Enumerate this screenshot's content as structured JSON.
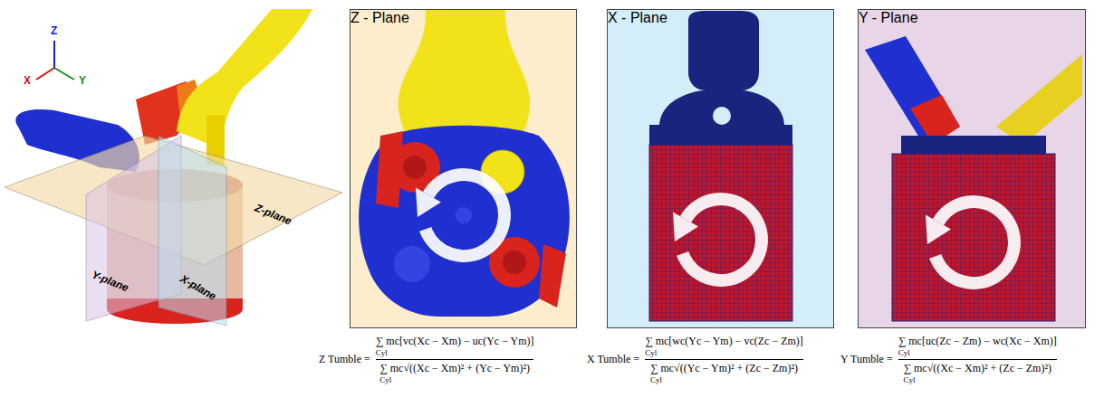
{
  "diagram": {
    "nodes": [
      {
        "text": [
          "Z - Plane"
        ]
      },
      {
        "text": [
          "X - Plane"
        ]
      },
      {
        "text": [
          "Y - Plane"
        ]
      }
    ],
    "labels": [
      "Z",
      "X",
      "Y",
      "Z-plane",
      "Y-plane",
      "X-plane",
      "Z Tumble =",
      "∑ mc[vc(Xc − Xm) − uc(Yc − Ym)]",
      "Cyl",
      "∑ mc√((Xc − Xm)² + (Yc − Ym)²)",
      "Cyl",
      "X Tumble =",
      "∑ mc[wc(Yc − Ym) − vc(Zc − Zm)]",
      "Cyl",
      "∑ mc√((Yc − Ym)² + (Zc − Zm)²)",
      "Cyl",
      "Y Tumble =",
      "∑ mc[uc(Zc − Zm) − wc(Xc − Xm)]",
      "Cyl",
      "∑ mc√((Xc − Xm)² + (Zc − Zm)²)",
      "Cyl"
    ]
  }
}
